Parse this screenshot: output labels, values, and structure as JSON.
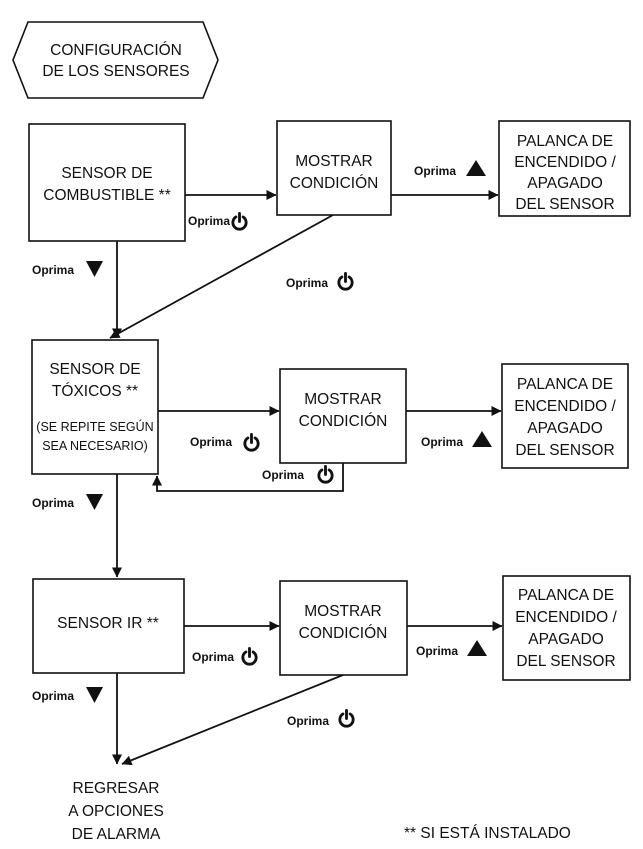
{
  "start": {
    "lines": [
      "CONFIGURACIÓN",
      "DE LOS SENSORES"
    ]
  },
  "rows": [
    {
      "sensor_lines": [
        "SENSOR DE",
        "COMBUSTIBLE **"
      ],
      "sensor_note_lines": [],
      "display_lines": [
        "MOSTRAR",
        "CONDICIÓN"
      ],
      "toggle_lines": [
        "PALANCA DE",
        "ENCENDIDO /",
        "APAGADO",
        "DEL SENSOR"
      ],
      "to_display_label": "Oprima",
      "to_toggle_label": "Oprima",
      "return_label": "Oprima",
      "next_label": "Oprima"
    },
    {
      "sensor_lines": [
        "SENSOR DE",
        "TÓXICOS **"
      ],
      "sensor_note_lines": [
        "(SE REPITE SEGÚN",
        "SEA NECESARIO)"
      ],
      "display_lines": [
        "MOSTRAR",
        "CONDICIÓN"
      ],
      "toggle_lines": [
        "PALANCA DE",
        "ENCENDIDO /",
        "APAGADO",
        "DEL SENSOR"
      ],
      "to_display_label": "Oprima",
      "to_toggle_label": "Oprima",
      "return_label": "Oprima",
      "next_label": "Oprima"
    },
    {
      "sensor_lines": [
        "SENSOR IR **"
      ],
      "sensor_note_lines": [],
      "display_lines": [
        "MOSTRAR",
        "CONDICIÓN"
      ],
      "toggle_lines": [
        "PALANCA DE",
        "ENCENDIDO /",
        "APAGADO",
        "DEL SENSOR"
      ],
      "to_display_label": "Oprima",
      "to_toggle_label": "Oprima",
      "return_label": "Oprima",
      "next_label": "Oprima"
    }
  ],
  "end": {
    "lines": [
      "REGRESAR",
      "A OPCIONES",
      "DE ALARMA"
    ]
  },
  "footnote": "** SI ESTÁ INSTALADO",
  "icons": {
    "power": "power-icon",
    "down": "down-triangle-icon",
    "up": "up-triangle-icon"
  },
  "colors": {
    "ink": "#111111",
    "background": "#ffffff"
  }
}
